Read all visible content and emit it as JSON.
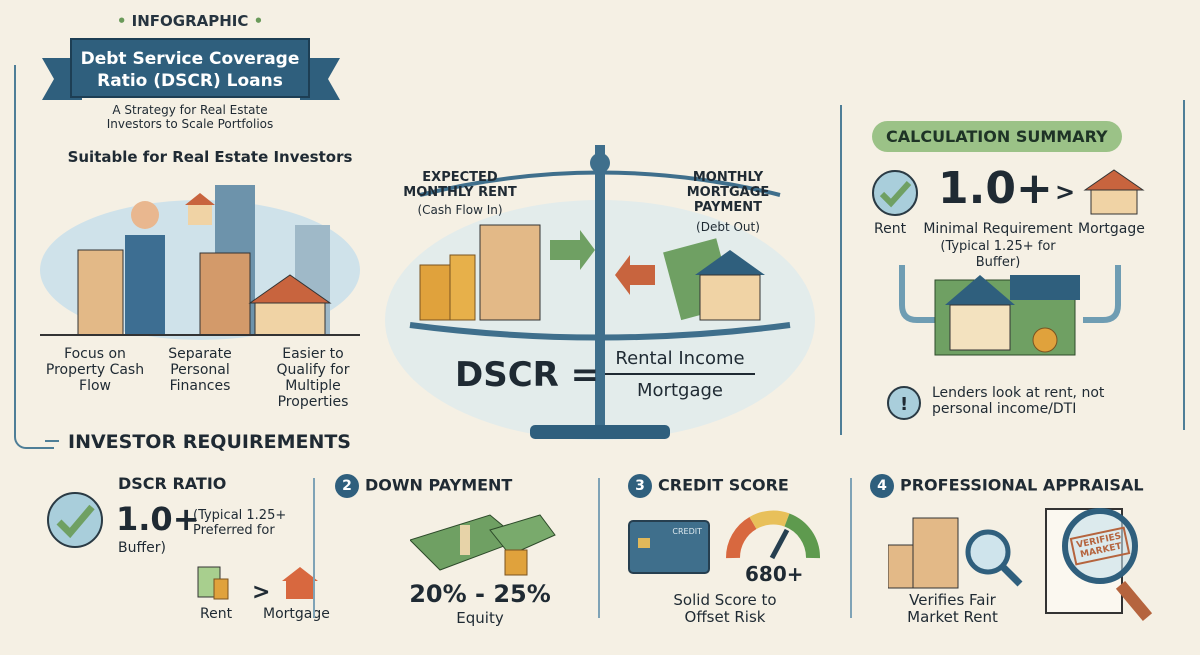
{
  "header": {
    "kicker": "INFOGRAPHIC",
    "title_line1": "Debt Service Coverage",
    "title_line2": "Ratio (DSCR) Loans",
    "subtitle": "A Strategy for Real Estate Investors to Scale Portfolios"
  },
  "investors": {
    "heading": "Suitable for Real Estate Investors",
    "benefits": [
      "Focus on Property Cash Flow",
      "Separate Personal Finances",
      "Easier to Qualify for Multiple Properties"
    ]
  },
  "scale": {
    "left_title": "EXPECTED MONTHLY RENT",
    "left_sub": "(Cash Flow In)",
    "right_title": "MONTHLY MORTGAGE PAYMENT",
    "right_sub": "(Debt Out)",
    "formula_lhs": "DSCR =",
    "numerator": "Rental Income",
    "denominator": "Mortgage"
  },
  "summary": {
    "heading": "CALCULATION SUMMARY",
    "ratio": "1.0+",
    "gt": ">",
    "rent": "Rent",
    "min_req": "Minimal Requirement",
    "typical": "(Typical 1.25+ for Buffer)",
    "mortgage": "Mortgage",
    "note": "Lenders look at rent, not personal income/DTI"
  },
  "requirements": {
    "heading": "INVESTOR REQUIREMENTS",
    "dscr": {
      "title": "DSCR RATIO",
      "ratio": "1.0+",
      "note1": "(Typical 1.25+",
      "note2": "Preferred for",
      "note3": "Buffer)",
      "rent": "Rent",
      "gt": ">",
      "mortgage": "Mortgage"
    },
    "down": {
      "num": "2",
      "title": "DOWN PAYMENT",
      "value": "20% - 25%",
      "label": "Equity"
    },
    "credit": {
      "num": "3",
      "title": "CREDIT SCORE",
      "card": "CREDIT",
      "value": "680+",
      "label": "Solid Score to Offset Risk"
    },
    "appraisal": {
      "num": "4",
      "title": "PROFESSIONAL APPRAISAL",
      "label": "Verifies Fair Market Rent",
      "stamp": "VERIFIES MARKET"
    }
  },
  "colors": {
    "navy": "#2f5f7d",
    "green": "#6a9a5a",
    "background": "#f5f0e4",
    "money": "#6fa063",
    "coin": "#e0a23c"
  }
}
